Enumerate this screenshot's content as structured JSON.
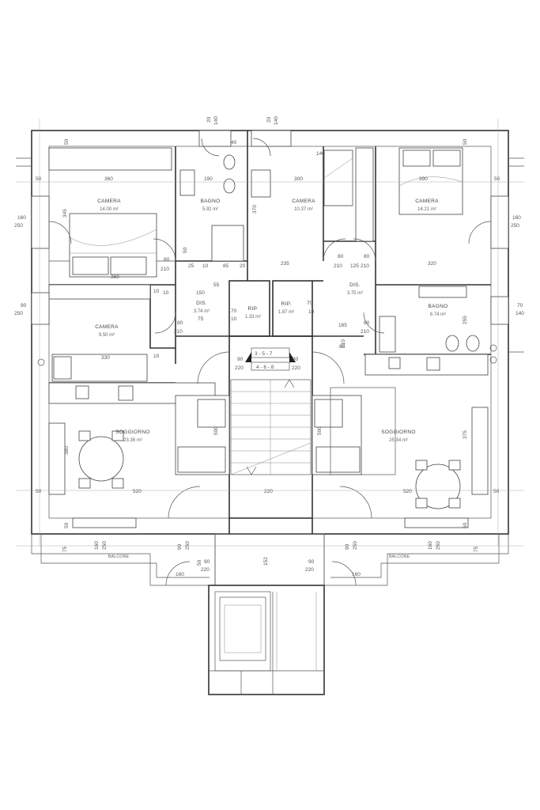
{
  "rooms": {
    "camera_nw": {
      "name": "CAMERA",
      "area": "14.00 m²"
    },
    "bagno_n": {
      "name": "BAGNO",
      "area": "5.92 m²"
    },
    "camera_nc": {
      "name": "CAMERA",
      "area": "10.37 m²"
    },
    "camera_ne": {
      "name": "CAMERA",
      "area": "14.21 m²"
    },
    "camera_w": {
      "name": "CAMERA",
      "area": "9.50 m²"
    },
    "dis_w": {
      "name": "DIS.",
      "area": "3.74 m²"
    },
    "rip_w": {
      "name": "RIP.",
      "area": "1.33 m²"
    },
    "rip_e": {
      "name": "RIP.",
      "area": "1.87 m²"
    },
    "dis_e": {
      "name": "DIS.",
      "area": "3.75 m²"
    },
    "bagno_e": {
      "name": "BAGNO",
      "area": "6.74 m²"
    },
    "soggiorno_w": {
      "name": "SOGGIORNO",
      "area": "23.36 m²"
    },
    "soggiorno_e": {
      "name": "SOGGIORNO",
      "area": "25.34 m²"
    },
    "balcone_w": {
      "name": "BALCONE"
    },
    "balcone_e": {
      "name": "BALCONE"
    }
  },
  "dimensions": {
    "d20a": "20",
    "d140a": "140",
    "d20b": "20",
    "d140b": "140",
    "d50tl": "50",
    "d50tr": "50",
    "d40": "40",
    "d140c": "140",
    "d360": "360",
    "d190": "190",
    "d300": "300",
    "d390": "390",
    "d50l": "50",
    "d50r": "50",
    "d160l": "160",
    "d250l": "250",
    "d160r": "160",
    "d250r": "250",
    "d90l": "90",
    "d250l2": "250",
    "d70r": "70",
    "d140r": "140",
    "d370v": "370",
    "d345v": "345",
    "d255v": "255",
    "d235": "235",
    "d320": "320",
    "d80a": "80",
    "d210a": "210",
    "d80b": "80",
    "d210b": "210",
    "d80c": "80",
    "d125": "125",
    "d80d": "80",
    "d210c": "210",
    "d210d": "210",
    "d50a": "50",
    "d85": "85",
    "d20c": "20",
    "d25": "25",
    "d10a": "10",
    "d55": "55",
    "d150": "150",
    "d75": "75",
    "d70a": "70",
    "d10b": "10",
    "d70b": "70",
    "d10c": "10",
    "d80e": "80",
    "d210e": "210",
    "d165": "165",
    "d80f": "80",
    "d210f": "210",
    "d10d": "10",
    "d10e": "10",
    "d360b": "360",
    "d330": "330",
    "d10f": "10",
    "d90a": "90",
    "d220a": "220",
    "d90b": "90",
    "d220b": "220",
    "stair_up": "3 - 5 - 7",
    "stair_down": "4 - 6 - 8",
    "d500a": "500",
    "d500b": "500",
    "d380": "380",
    "d375": "375",
    "d50b": "50",
    "d520a": "520",
    "d520b": "520",
    "d50c": "50",
    "d220c": "220",
    "d50bl": "50",
    "d50br": "50",
    "d160bl": "160",
    "d250bl": "250",
    "d160br": "160",
    "d250br": "250",
    "d90c": "90",
    "d250c": "250",
    "d90d": "90",
    "d250d": "250",
    "d75l": "75",
    "d75r": "75",
    "d50m": "50",
    "d152": "152",
    "d90e": "90",
    "d220e": "220",
    "d90f": "90",
    "d220f": "220",
    "d160m": "160",
    "d160n": "160"
  },
  "chart_data": {
    "type": "floor plan",
    "rooms": [
      {
        "name": "CAMERA",
        "area_m2": 14.0
      },
      {
        "name": "BAGNO",
        "area_m2": 5.92
      },
      {
        "name": "CAMERA",
        "area_m2": 10.37
      },
      {
        "name": "CAMERA",
        "area_m2": 14.21
      },
      {
        "name": "CAMERA",
        "area_m2": 9.5
      },
      {
        "name": "DIS.",
        "area_m2": 3.74
      },
      {
        "name": "RIP.",
        "area_m2": 1.33
      },
      {
        "name": "RIP.",
        "area_m2": 1.87
      },
      {
        "name": "DIS.",
        "area_m2": 3.75
      },
      {
        "name": "BAGNO",
        "area_m2": 6.74
      },
      {
        "name": "SOGGIORNO",
        "area_m2": 23.36
      },
      {
        "name": "SOGGIORNO",
        "area_m2": 25.34
      },
      {
        "name": "BALCONE"
      },
      {
        "name": "BALCONE"
      }
    ]
  }
}
